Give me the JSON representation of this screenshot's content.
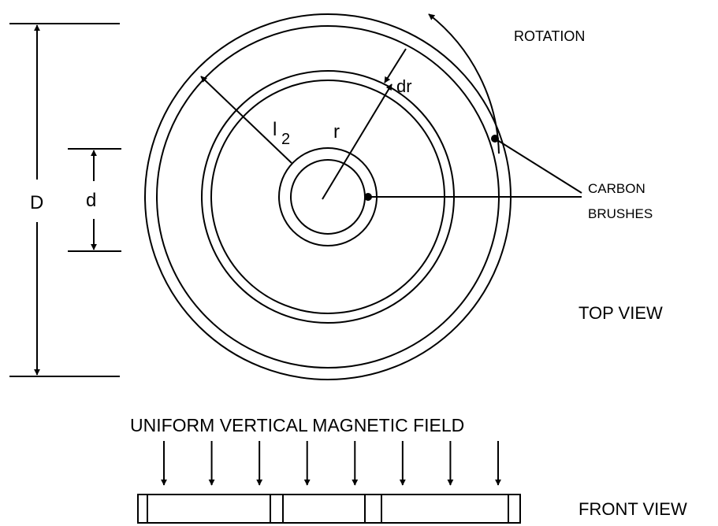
{
  "labels": {
    "rotation": "ROTATION",
    "dr": "dr",
    "l2_letter": "l",
    "l2_sub": "2",
    "r": "r",
    "D": "D",
    "d": "d",
    "carbon": "CARBON",
    "brushes": "BRUSHES",
    "top_view": "TOP VIEW",
    "field": "UNIFORM VERTICAL MAGNETIC FIELD",
    "front_view": "FRONT VIEW"
  },
  "field_arrow_count": 8
}
